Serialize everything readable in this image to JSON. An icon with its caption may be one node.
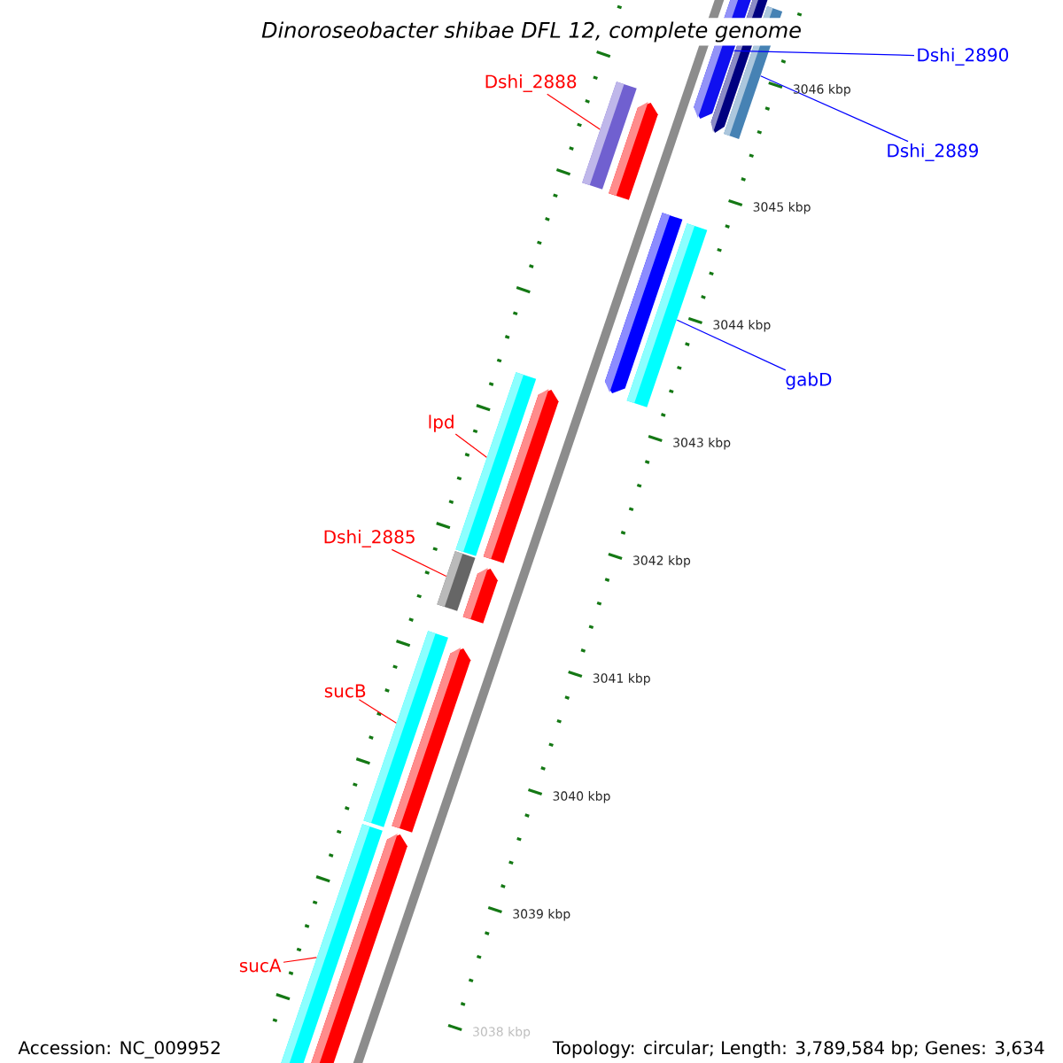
{
  "diagram": {
    "title": "Dinoroseobacter shibae DFL 12, complete genome",
    "nodes": [
      {
        "text": [
          "Dshi_2890"
        ]
      },
      {
        "text": [
          "Dshi_2889"
        ]
      },
      {
        "text": [
          "Dshi_2888"
        ]
      },
      {
        "text": [
          "gabD"
        ]
      },
      {
        "text": [
          "lpd"
        ]
      },
      {
        "text": [
          "Dshi_2885"
        ]
      },
      {
        "text": [
          "sucB"
        ]
      },
      {
        "text": [
          "sucA"
        ]
      },
      {
        "text": [],
        "shape": "bar"
      },
      {
        "text": [],
        "shape": "bar"
      },
      {
        "text": [],
        "shape": "bar"
      },
      {
        "text": [],
        "shape": "bar"
      },
      {
        "text": [],
        "shape": "bar"
      },
      {
        "text": [],
        "shape": "bar"
      },
      {
        "text": [],
        "shape": "bar"
      },
      {
        "text": [],
        "shape": "bar"
      },
      {
        "text": [],
        "shape": "bar"
      },
      {
        "text": [],
        "shape": "bar"
      },
      {
        "text": [],
        "shape": "bar"
      },
      {
        "text": [],
        "shape": "bar"
      },
      {
        "text": [],
        "shape": "bar"
      },
      {
        "text": [],
        "shape": "bar"
      },
      {
        "text": [],
        "shape": "bar"
      }
    ],
    "edges": [
      {
        "from": 0,
        "to": 8,
        "arrow": "none",
        "color": "#0000ff"
      },
      {
        "from": 1,
        "to": 10,
        "arrow": "none",
        "color": "#0000ff"
      },
      {
        "from": 2,
        "to": 11,
        "arrow": "none"
      },
      {
        "from": 3,
        "to": 14,
        "arrow": "none",
        "color": "#0000ff"
      },
      {
        "from": 4,
        "to": 15,
        "arrow": "none"
      },
      {
        "from": 5,
        "to": 17,
        "arrow": "none"
      },
      {
        "from": 6,
        "to": 19,
        "arrow": "none"
      },
      {
        "from": 7,
        "to": 21,
        "arrow": "none"
      }
    ],
    "labels": [
      "3046 kbp",
      "3045 kbp",
      "3044 kbp",
      "3043 kbp",
      "3042 kbp",
      "3041 kbp",
      "3040 kbp",
      "3039 kbp",
      "3038 kbp",
      "Accession: NC_009952",
      "Topology: circular; Length: 3,789,584 bp; Genes: 3,634"
    ]
  }
}
